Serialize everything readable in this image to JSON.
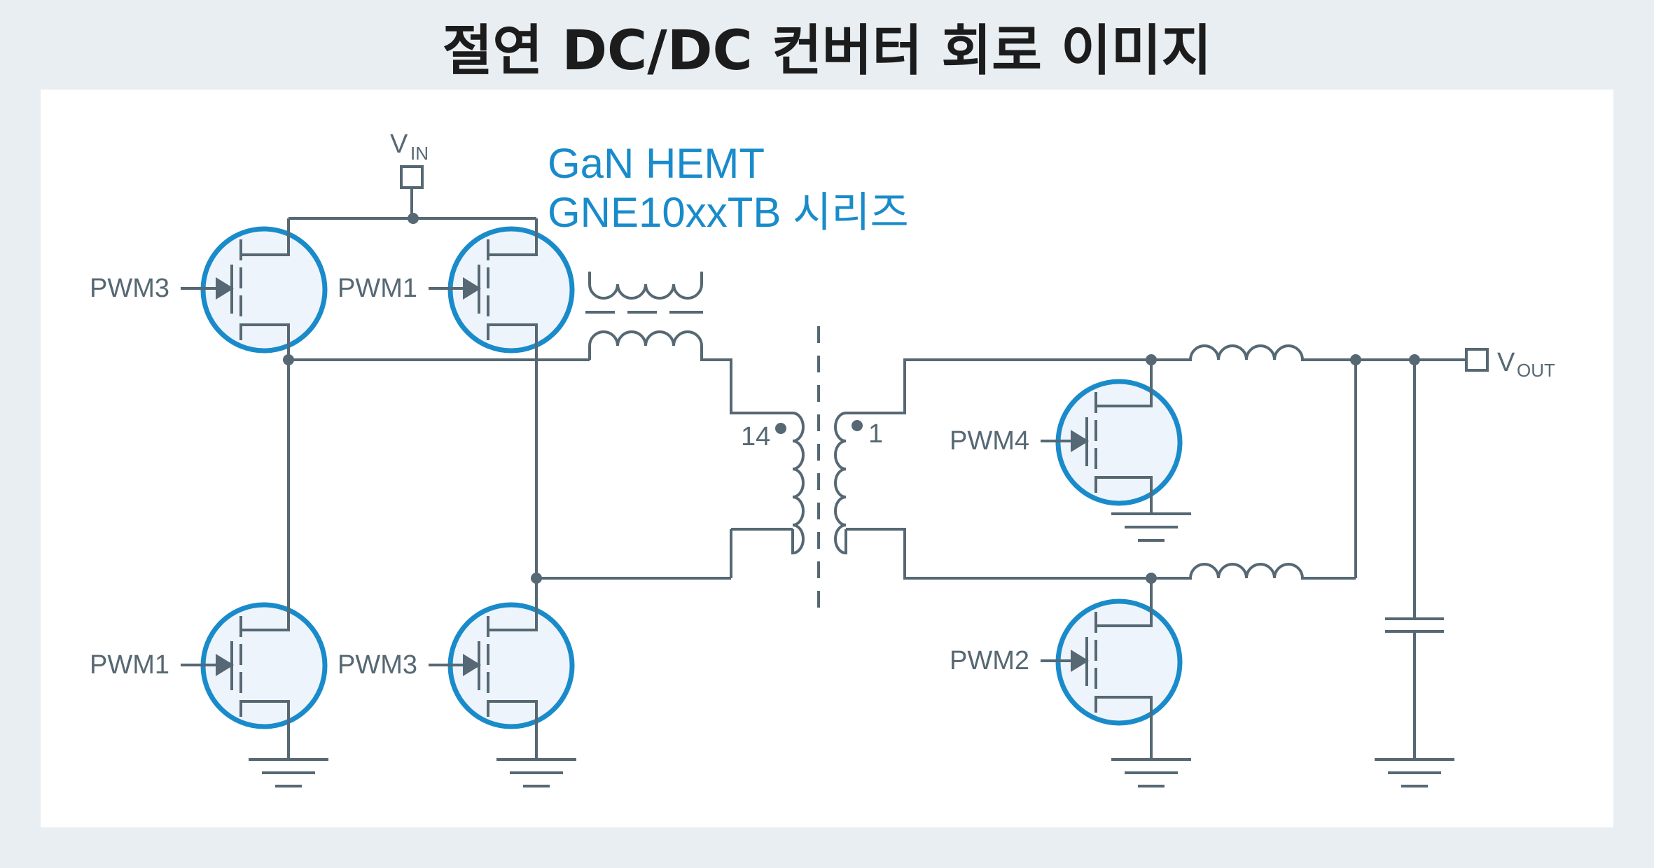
{
  "title": "절연 DC/DC 컨버터 회로 이미지",
  "device": {
    "line1": "GaN HEMT",
    "line2": "GNE10xxTB 시리즈"
  },
  "terminals": {
    "vin_main": "V",
    "vin_sub": "IN",
    "vout_main": "V",
    "vout_sub": "OUT"
  },
  "gate_labels": {
    "primary_top_left": "PWM3",
    "primary_top_right": "PWM1",
    "primary_bottom_left": "PWM1",
    "primary_bottom_right": "PWM3",
    "secondary_top": "PWM4",
    "secondary_bottom": "PWM2"
  },
  "transformer": {
    "primary_turns": "14",
    "secondary_turns": "1"
  },
  "colors": {
    "wire": "#566873",
    "accent": "#1a8bca",
    "fet_fill": "#eef4fb",
    "background": "#e9eef2"
  }
}
